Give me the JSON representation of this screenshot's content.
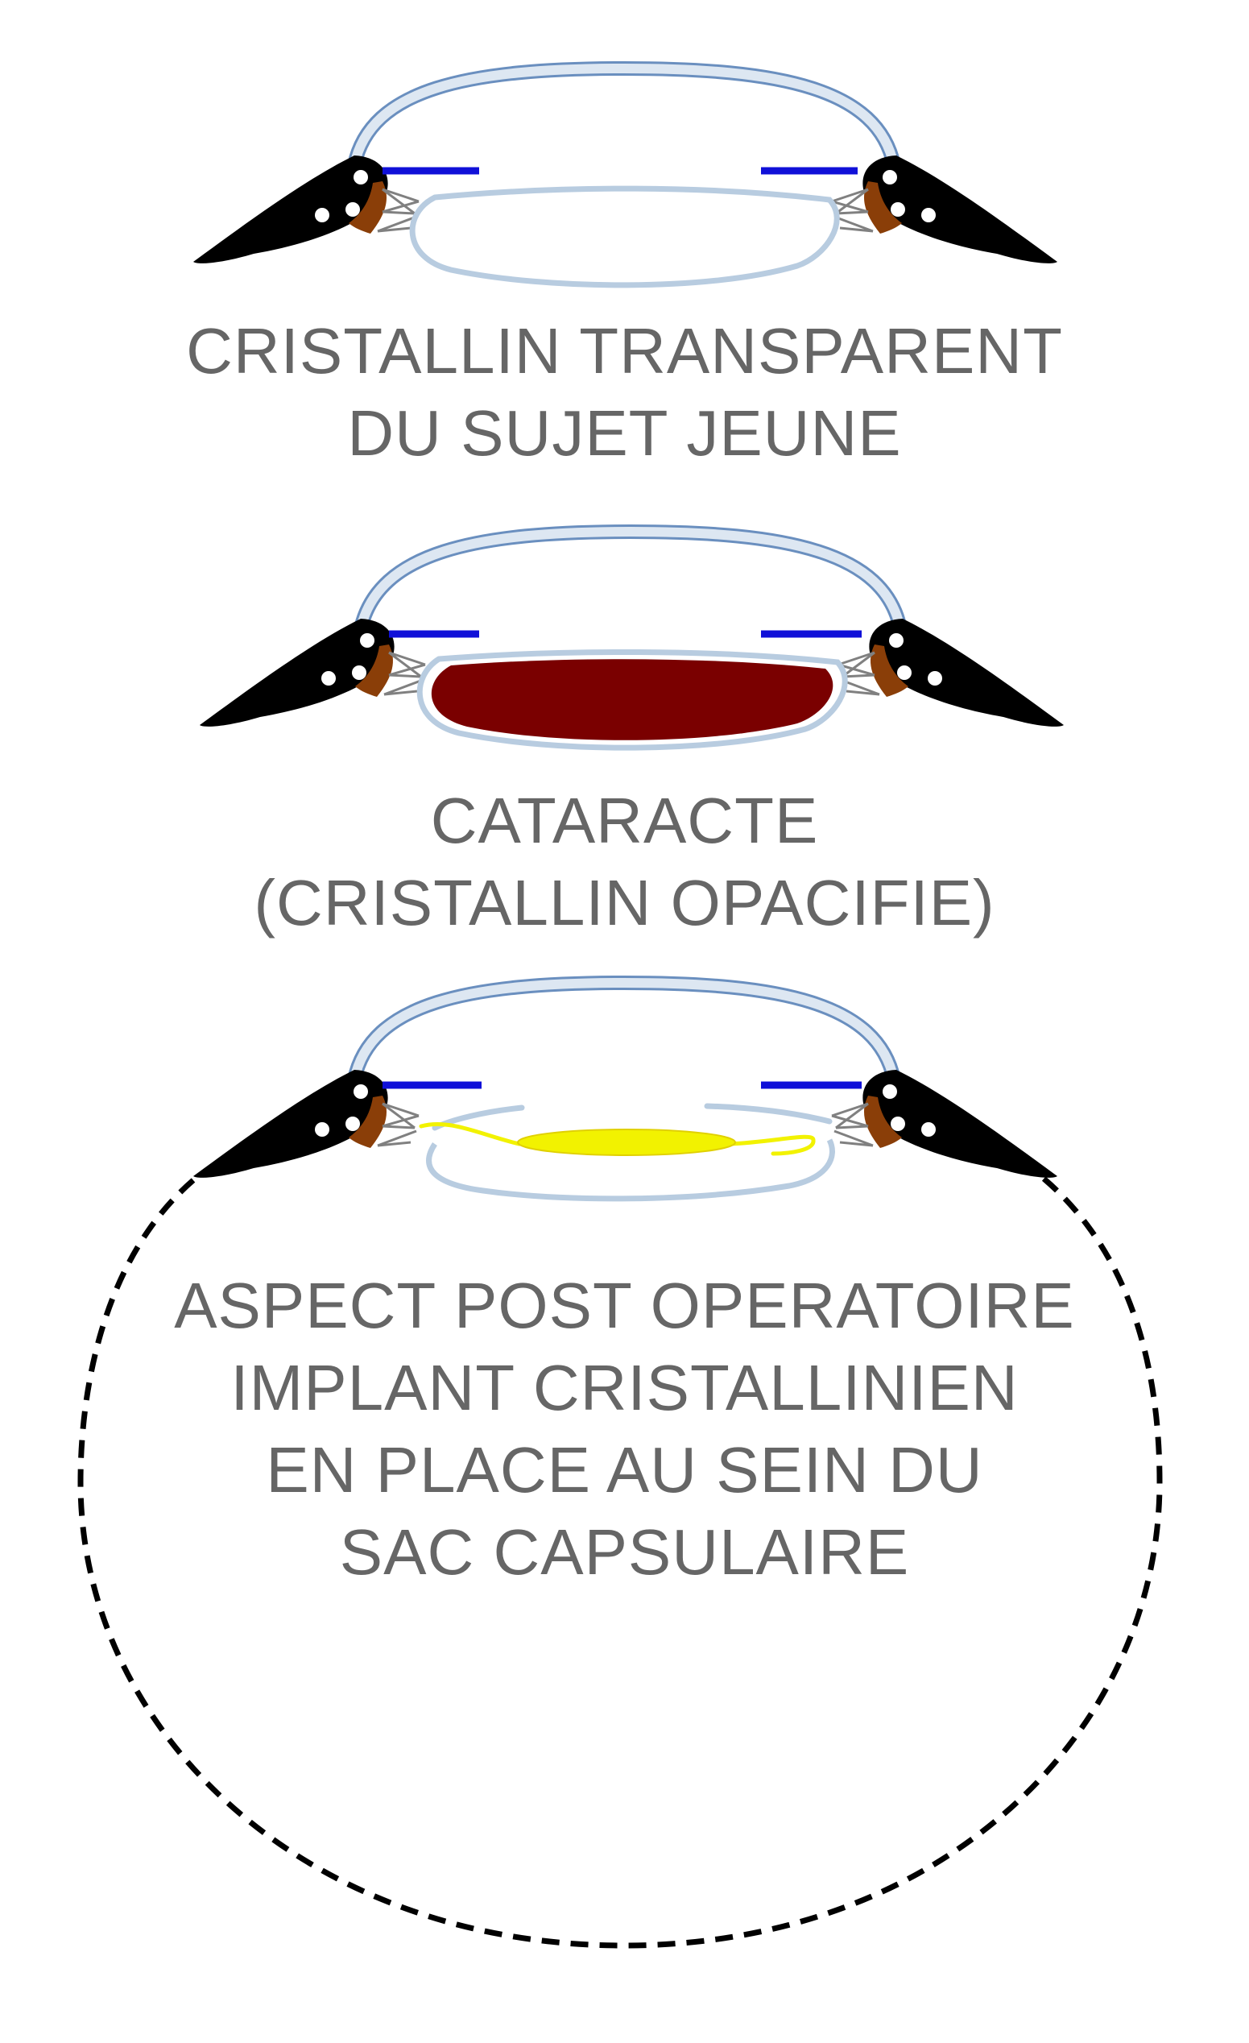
{
  "colors": {
    "background": "#ffffff",
    "text": "#666666",
    "cornea_fill": "#dde7f2",
    "cornea_stroke": "#6a8fbf",
    "capsule": "#b8cce0",
    "iris": "#1010d8",
    "sclera_body": "#000000",
    "ciliary": "#8a3e08",
    "zonule": "#808080",
    "cataract": "#7a0000",
    "implant": "#f2f200",
    "dashed_outline": "#000000"
  },
  "panels": [
    {
      "id": "clear-lens",
      "caption_lines": [
        "CRISTALLIN TRANSPARENT",
        "DU SUJET JEUNE"
      ]
    },
    {
      "id": "cataract",
      "caption_lines": [
        "CATARACTE",
        "(CRISTALLIN OPACIFIE)"
      ]
    },
    {
      "id": "post-op",
      "caption_lines": [
        "ASPECT POST OPERATOIRE",
        "IMPLANT CRISTALLINIEN",
        "EN PLACE AU SEIN DU",
        "SAC CAPSULAIRE"
      ]
    }
  ],
  "icons": [
    "eye-section-icon",
    "lens-icon",
    "cataract-icon",
    "intraocular-implant-icon"
  ]
}
